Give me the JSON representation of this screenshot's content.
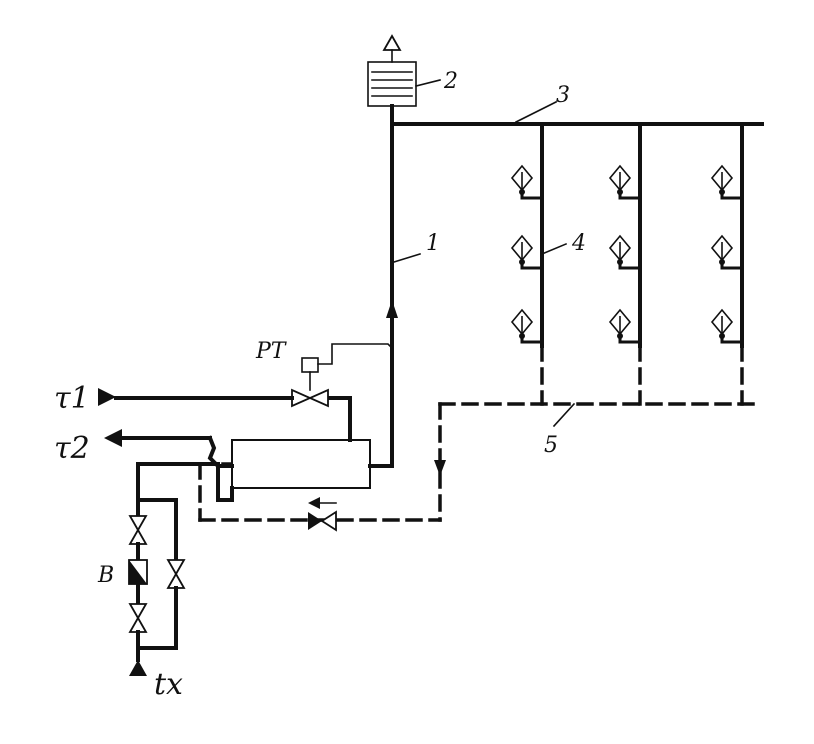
{
  "labels": {
    "riser": "1",
    "tank": "2",
    "main": "3",
    "risers": "4",
    "return": "5",
    "regulator": "PT",
    "supply": "τ1",
    "back": "τ2",
    "meter": "B",
    "cold_water": "tx"
  }
}
